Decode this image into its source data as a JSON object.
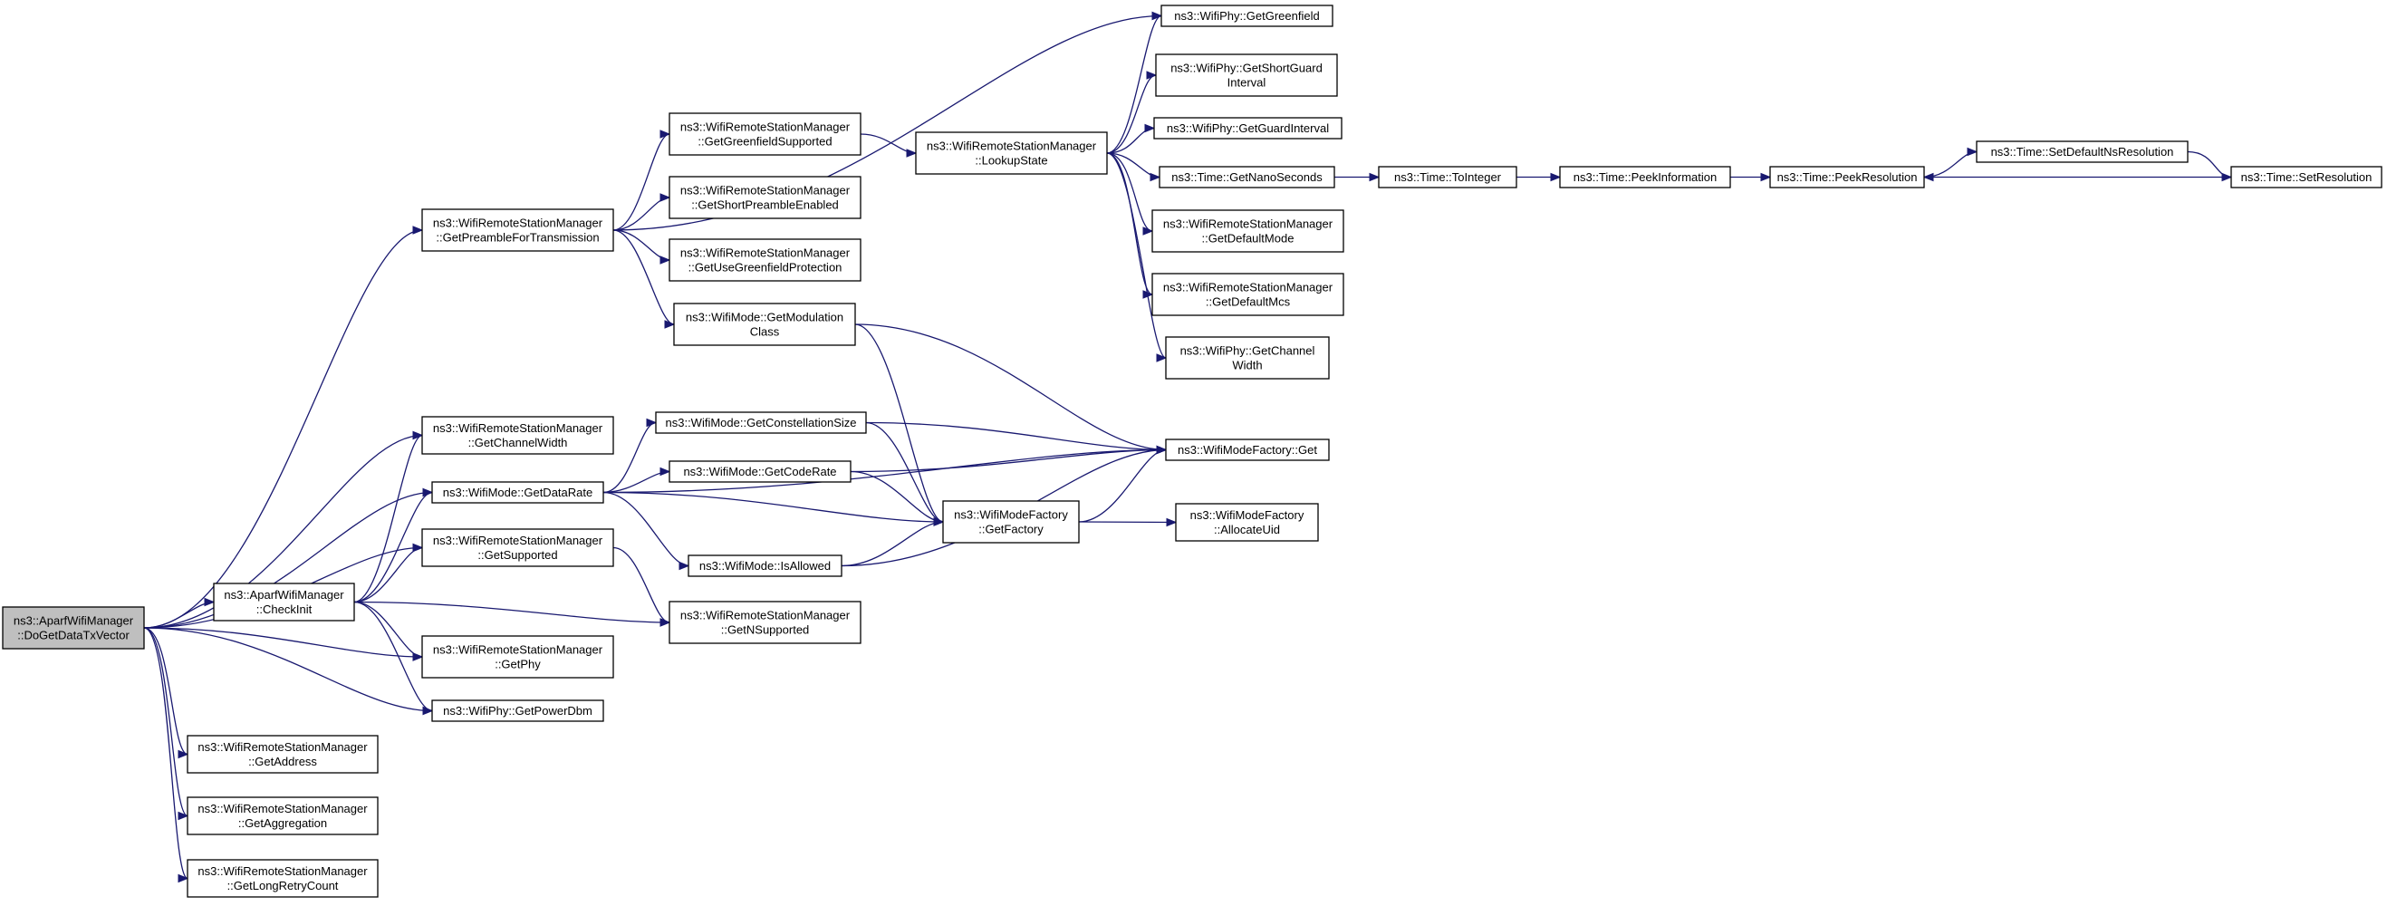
{
  "graph": {
    "nodes": [
      {
        "id": "root",
        "lines": [
          "ns3::AparfWifiManager",
          "::DoGetDataTxVector"
        ],
        "highlight": true
      },
      {
        "id": "checkinit",
        "lines": [
          "ns3::AparfWifiManager",
          "::CheckInit"
        ]
      },
      {
        "id": "getaddress",
        "lines": [
          "ns3::WifiRemoteStationManager",
          "::GetAddress"
        ]
      },
      {
        "id": "getaggregation",
        "lines": [
          "ns3::WifiRemoteStationManager",
          "::GetAggregation"
        ]
      },
      {
        "id": "getlongretry",
        "lines": [
          "ns3::WifiRemoteStationManager",
          "::GetLongRetryCount"
        ]
      },
      {
        "id": "getpreamble",
        "lines": [
          "ns3::WifiRemoteStationManager",
          "::GetPreambleForTransmission"
        ]
      },
      {
        "id": "getchannelwidth_rsm",
        "lines": [
          "ns3::WifiRemoteStationManager",
          "::GetChannelWidth"
        ]
      },
      {
        "id": "getdatarate",
        "lines": [
          "ns3::WifiMode::GetDataRate"
        ]
      },
      {
        "id": "getsupported",
        "lines": [
          "ns3::WifiRemoteStationManager",
          "::GetSupported"
        ]
      },
      {
        "id": "getphy_rsm",
        "lines": [
          "ns3::WifiRemoteStationManager",
          "::GetPhy"
        ]
      },
      {
        "id": "getpowerdbm",
        "lines": [
          "ns3::WifiPhy::GetPowerDbm"
        ]
      },
      {
        "id": "getgreenfieldsupported",
        "lines": [
          "ns3::WifiRemoteStationManager",
          "::GetGreenfieldSupported"
        ]
      },
      {
        "id": "getshortpreamble",
        "lines": [
          "ns3::WifiRemoteStationManager",
          "::GetShortPreambleEnabled"
        ]
      },
      {
        "id": "getusegreenfield",
        "lines": [
          "ns3::WifiRemoteStationManager",
          "::GetUseGreenfieldProtection"
        ]
      },
      {
        "id": "getmodulation",
        "lines": [
          "ns3::WifiMode::GetModulation",
          "Class"
        ]
      },
      {
        "id": "getconstellation",
        "lines": [
          "ns3::WifiMode::GetConstellationSize"
        ]
      },
      {
        "id": "getcoderate",
        "lines": [
          "ns3::WifiMode::GetCodeRate"
        ]
      },
      {
        "id": "isallowed",
        "lines": [
          "ns3::WifiMode::IsAllowed"
        ]
      },
      {
        "id": "getnsupported",
        "lines": [
          "ns3::WifiRemoteStationManager",
          "::GetNSupported"
        ]
      },
      {
        "id": "lookupstate",
        "lines": [
          "ns3::WifiRemoteStationManager",
          "::LookupState"
        ]
      },
      {
        "id": "getfactory",
        "lines": [
          "ns3::WifiModeFactory",
          "::GetFactory"
        ]
      },
      {
        "id": "getgreenfield",
        "lines": [
          "ns3::WifiPhy::GetGreenfield"
        ]
      },
      {
        "id": "getshortguard",
        "lines": [
          "ns3::WifiPhy::GetShortGuard",
          "Interval"
        ]
      },
      {
        "id": "getguardinterval",
        "lines": [
          "ns3::WifiPhy::GetGuardInterval"
        ]
      },
      {
        "id": "getnanoseconds",
        "lines": [
          "ns3::Time::GetNanoSeconds"
        ]
      },
      {
        "id": "getdefaultmode",
        "lines": [
          "ns3::WifiRemoteStationManager",
          "::GetDefaultMode"
        ]
      },
      {
        "id": "getdefaultmcs",
        "lines": [
          "ns3::WifiRemoteStationManager",
          "::GetDefaultMcs"
        ]
      },
      {
        "id": "getchannelwidth_phy",
        "lines": [
          "ns3::WifiPhy::GetChannel",
          "Width"
        ]
      },
      {
        "id": "modefactoryget",
        "lines": [
          "ns3::WifiModeFactory::Get"
        ]
      },
      {
        "id": "allocateuid",
        "lines": [
          "ns3::WifiModeFactory",
          "::AllocateUid"
        ]
      },
      {
        "id": "tointeger",
        "lines": [
          "ns3::Time::ToInteger"
        ]
      },
      {
        "id": "peekinformation",
        "lines": [
          "ns3::Time::PeekInformation"
        ]
      },
      {
        "id": "peekresolution",
        "lines": [
          "ns3::Time::PeekResolution"
        ]
      },
      {
        "id": "setdefaultnsres",
        "lines": [
          "ns3::Time::SetDefaultNsResolution"
        ]
      },
      {
        "id": "setresolution",
        "lines": [
          "ns3::Time::SetResolution"
        ]
      }
    ],
    "edges": [
      [
        "root",
        "checkinit"
      ],
      [
        "root",
        "getaddress"
      ],
      [
        "root",
        "getaggregation"
      ],
      [
        "root",
        "getlongretry"
      ],
      [
        "root",
        "getpreamble"
      ],
      [
        "root",
        "getchannelwidth_rsm"
      ],
      [
        "root",
        "getdatarate"
      ],
      [
        "root",
        "getsupported"
      ],
      [
        "root",
        "getphy_rsm"
      ],
      [
        "root",
        "getpowerdbm"
      ],
      [
        "checkinit",
        "getchannelwidth_rsm"
      ],
      [
        "checkinit",
        "getdatarate"
      ],
      [
        "checkinit",
        "getsupported"
      ],
      [
        "checkinit",
        "getphy_rsm"
      ],
      [
        "checkinit",
        "getpowerdbm"
      ],
      [
        "checkinit",
        "getnsupported"
      ],
      [
        "getpreamble",
        "getgreenfield"
      ],
      [
        "getpreamble",
        "getgreenfieldsupported"
      ],
      [
        "getpreamble",
        "getshortpreamble"
      ],
      [
        "getpreamble",
        "getusegreenfield"
      ],
      [
        "getpreamble",
        "getmodulation"
      ],
      [
        "getdatarate",
        "getconstellation"
      ],
      [
        "getdatarate",
        "getcoderate"
      ],
      [
        "getdatarate",
        "isallowed"
      ],
      [
        "getdatarate",
        "getfactory"
      ],
      [
        "getdatarate",
        "modefactoryget"
      ],
      [
        "getsupported",
        "getnsupported"
      ],
      [
        "getgreenfieldsupported",
        "lookupstate"
      ],
      [
        "lookupstate",
        "getgreenfield"
      ],
      [
        "lookupstate",
        "getshortguard"
      ],
      [
        "lookupstate",
        "getguardinterval"
      ],
      [
        "lookupstate",
        "getnanoseconds"
      ],
      [
        "lookupstate",
        "getdefaultmode"
      ],
      [
        "lookupstate",
        "getdefaultmcs"
      ],
      [
        "lookupstate",
        "getchannelwidth_phy"
      ],
      [
        "getmodulation",
        "getfactory"
      ],
      [
        "getmodulation",
        "modefactoryget"
      ],
      [
        "getconstellation",
        "getfactory"
      ],
      [
        "getconstellation",
        "modefactoryget"
      ],
      [
        "getcoderate",
        "getfactory"
      ],
      [
        "getcoderate",
        "modefactoryget"
      ],
      [
        "isallowed",
        "getfactory"
      ],
      [
        "isallowed",
        "modefactoryget"
      ],
      [
        "getfactory",
        "modefactoryget"
      ],
      [
        "getfactory",
        "allocateuid"
      ],
      [
        "getnanoseconds",
        "tointeger"
      ],
      [
        "tointeger",
        "peekinformation"
      ],
      [
        "peekinformation",
        "peekresolution"
      ],
      [
        "peekresolution",
        "setdefaultnsres"
      ],
      [
        "setdefaultnsres",
        "setresolution"
      ],
      [
        "setresolution",
        "peekresolution"
      ]
    ],
    "colors": {
      "edge": "#191970",
      "root_fill": "#bfbfbf",
      "node_fill": "#ffffff",
      "node_stroke": "#000000"
    }
  }
}
